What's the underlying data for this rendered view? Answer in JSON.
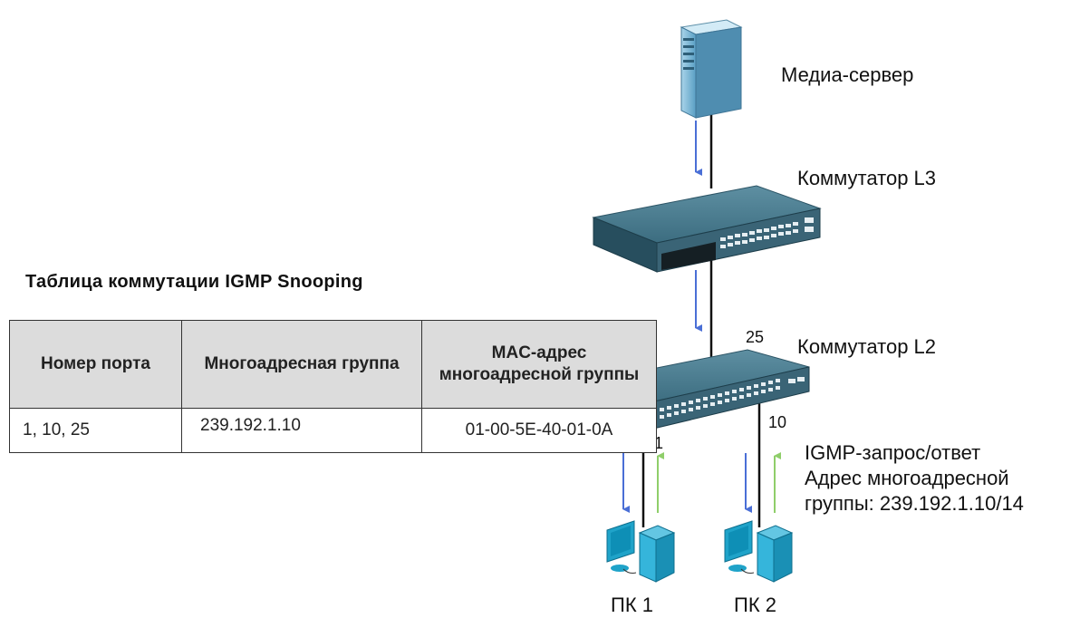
{
  "table": {
    "title": "Таблица коммутации IGMP Snooping",
    "headers": [
      "Номер порта",
      "Многоадресная группа",
      "MAC-адрес многоадресной группы"
    ],
    "rows": [
      [
        "1, 10, 25",
        "239.192.1.10",
        "01-00-5E-40-01-0A"
      ]
    ]
  },
  "devices": {
    "media_server": "Медиа-сервер",
    "switch_l3": "Коммутатор L3",
    "switch_l2": "Коммутатор L2",
    "pc1": "ПК 1",
    "pc2": "ПК 2"
  },
  "ports": {
    "uplink": "25",
    "pc1_port": "1",
    "pc2_port": "10"
  },
  "igmp_note": {
    "line1": "IGMP-запрос/ответ",
    "line2": "Адрес многоадресной",
    "line3": "группы: 239.192.1.10/14"
  },
  "colors": {
    "downstream_arrow": "#4a6fd6",
    "upstream_arrow": "#8fce6a",
    "device_teal": "#2f6b80",
    "server_blue": "#7fb9d6",
    "pc_cyan": "#1fa3c9"
  }
}
